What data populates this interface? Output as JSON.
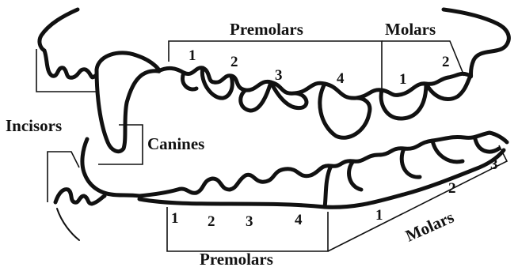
{
  "labels": {
    "upper_premolars": "Premolars",
    "upper_molars": "Molars",
    "incisors": "Incisors",
    "canines": "Canines",
    "lower_premolars": "Premolars",
    "lower_molars": "Molars"
  },
  "upper_premolar_numbers": [
    "1",
    "2",
    "3",
    "4"
  ],
  "upper_molar_numbers": [
    "1",
    "2"
  ],
  "lower_premolar_numbers": [
    "1",
    "2",
    "3",
    "4"
  ],
  "lower_molar_numbers": [
    "1",
    "2",
    "3"
  ],
  "colors": {
    "ink": "#111111",
    "background": "#ffffff"
  }
}
